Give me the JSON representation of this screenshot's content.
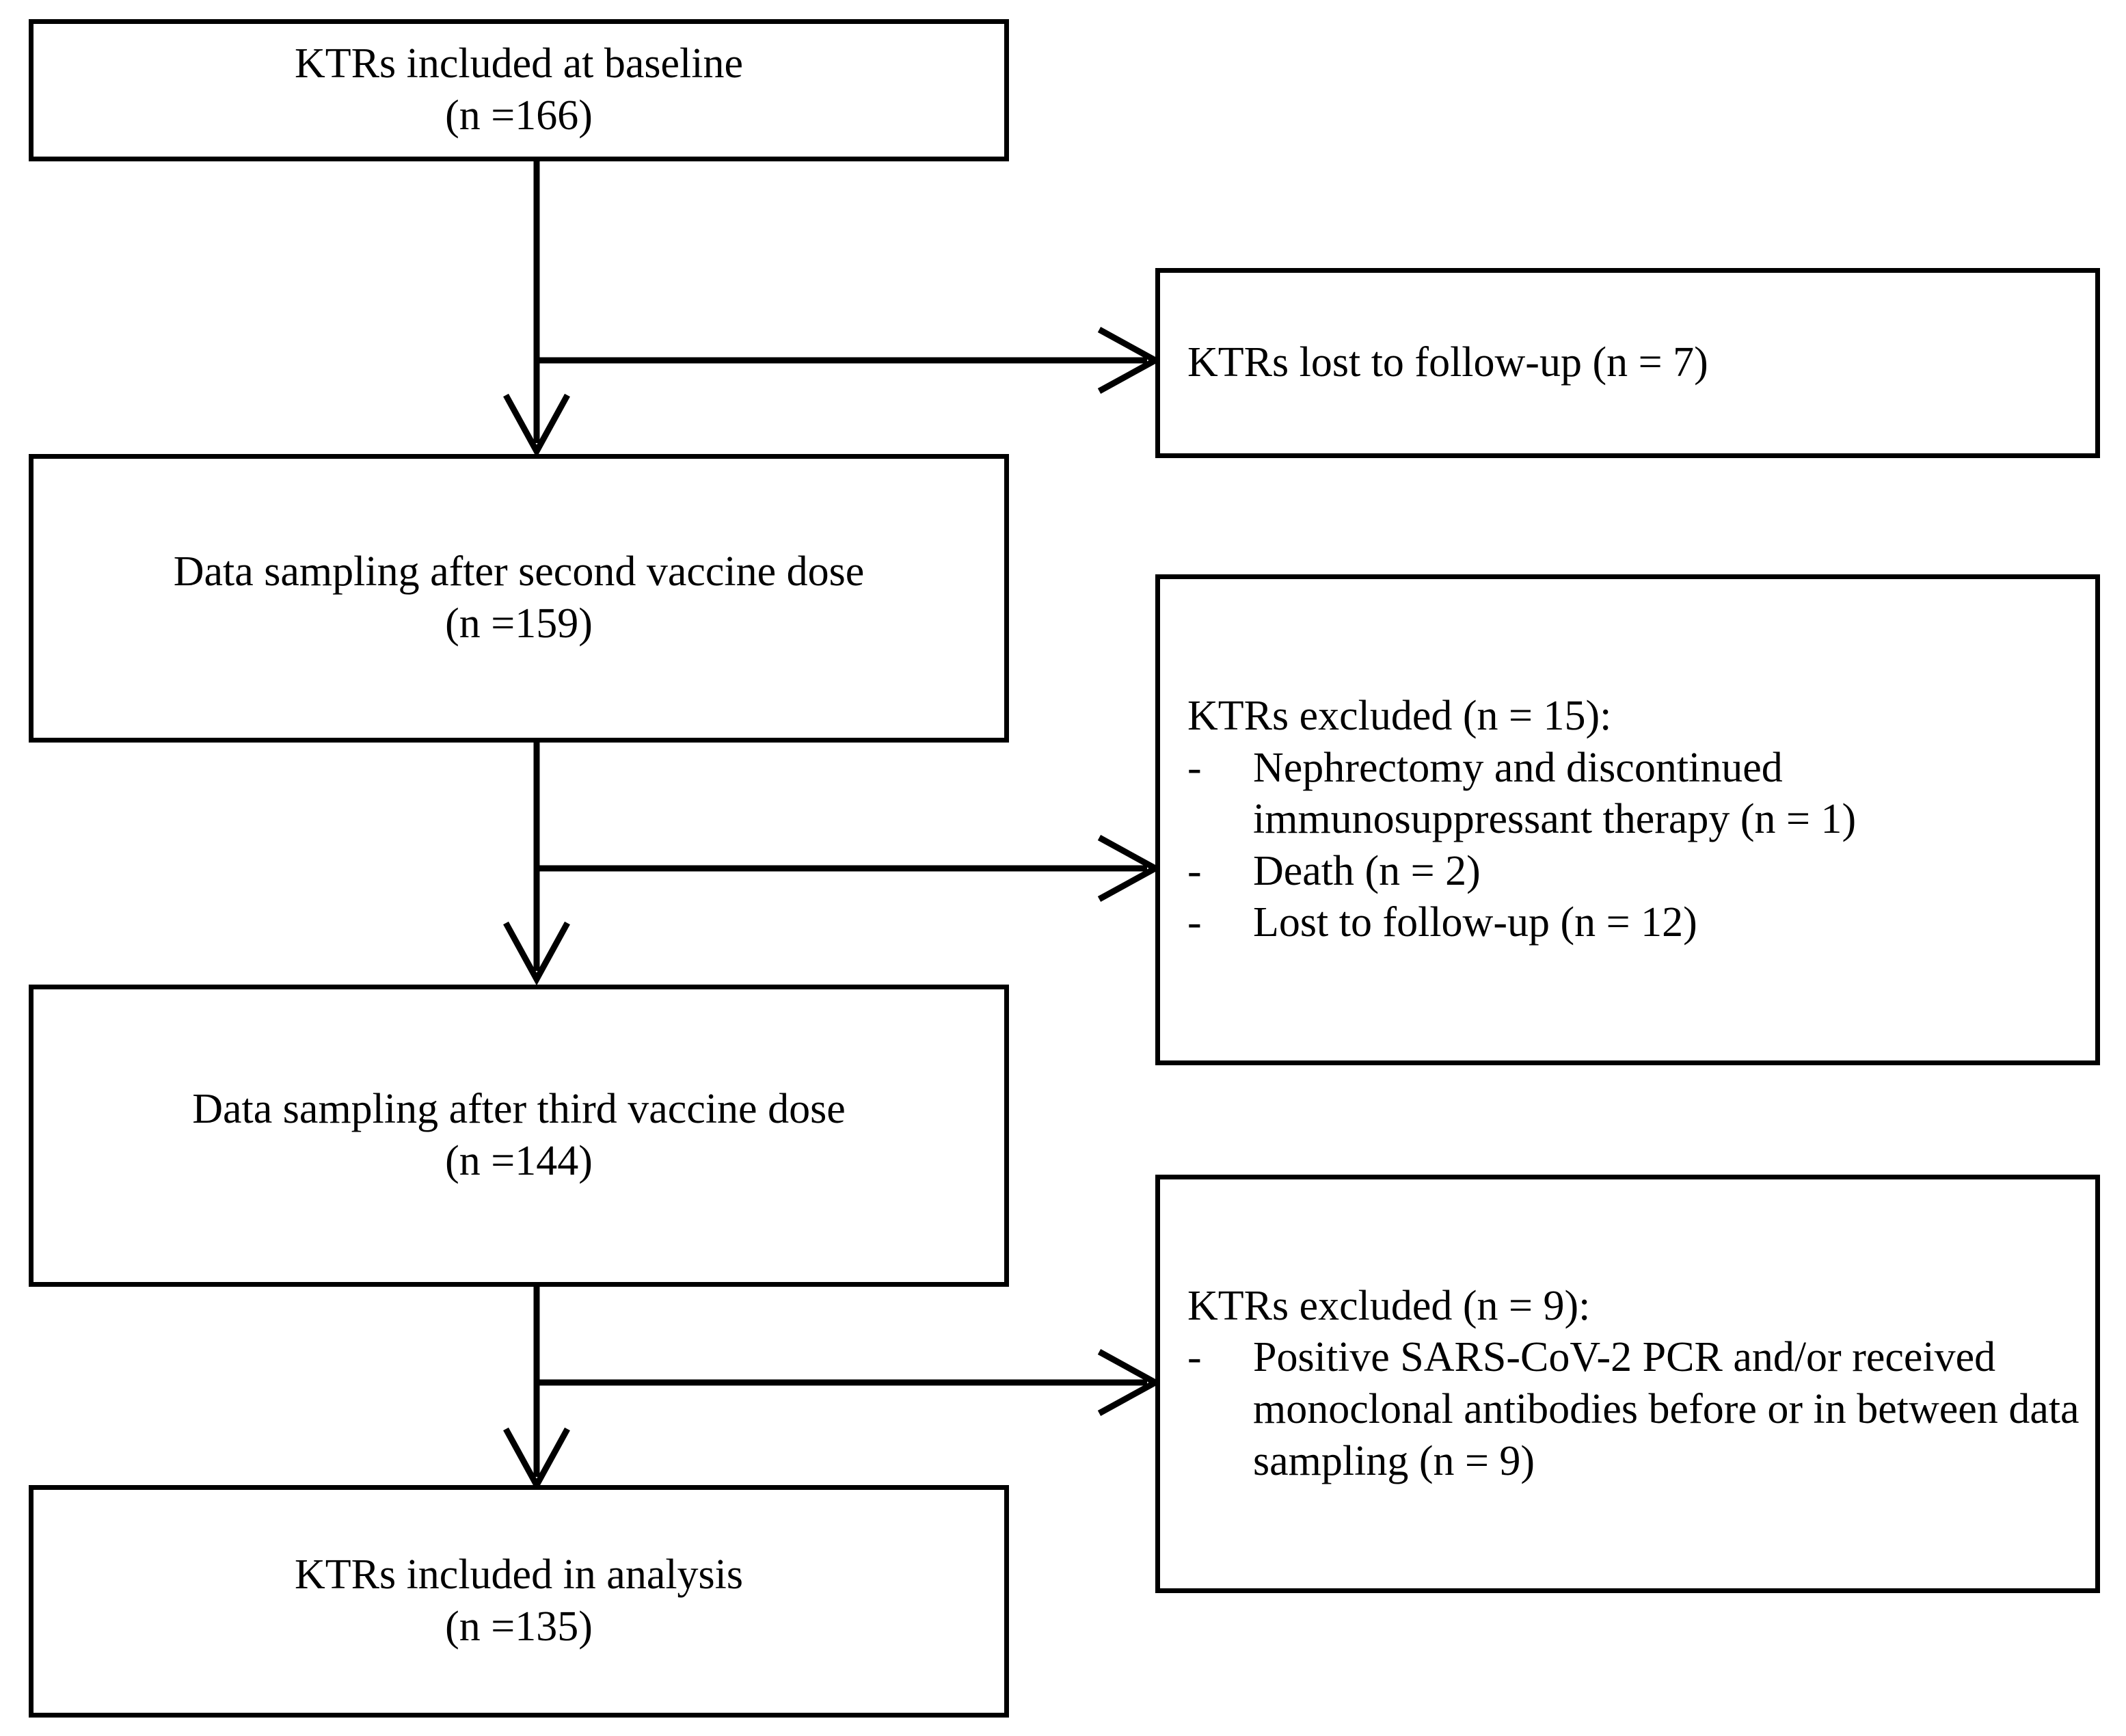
{
  "diagram": {
    "title": "KTR vaccination study participant flow",
    "type": "flowchart",
    "stroke_color": "#000000",
    "background_color": "#ffffff",
    "nodes": [
      {
        "id": "baseline",
        "role": "main",
        "line1": "KTRs included at baseline",
        "line2": "(n =166)",
        "text": "KTRs included at baseline\n(n =166)"
      },
      {
        "id": "lost-followup",
        "role": "side",
        "text": "KTRs lost to follow-up (n = 7)"
      },
      {
        "id": "second-dose",
        "role": "main",
        "line1": "Data sampling after second vaccine dose",
        "line2": "(n =159)",
        "text": "Data sampling after second vaccine dose\n(n =159)"
      },
      {
        "id": "excluded-15",
        "role": "side",
        "title": "KTRs excluded (n = 15):",
        "bullets": [
          {
            "dash": "-",
            "text": "Nephrectomy and discontinued immunosuppressant therapy (n = 1)"
          },
          {
            "dash": "-",
            "text": "Death (n = 2)"
          },
          {
            "dash": "-",
            "text": "Lost to follow-up (n = 12)"
          }
        ]
      },
      {
        "id": "third-dose",
        "role": "main",
        "line1": "Data sampling after third vaccine dose",
        "line2": "(n =144)",
        "text": "Data sampling after third vaccine dose\n(n =144)"
      },
      {
        "id": "excluded-9",
        "role": "side",
        "title": "KTRs excluded (n = 9):",
        "bullets": [
          {
            "dash": "-",
            "text": "Positive SARS-CoV-2 PCR and/or received monoclonal antibodies before  or in between data sampling (n = 9)"
          }
        ]
      },
      {
        "id": "analysis",
        "role": "main",
        "line1": "KTRs included in analysis",
        "line2": "(n =135)",
        "text": "KTRs included in analysis\n(n =135)"
      }
    ],
    "edges": [
      {
        "from": "baseline",
        "to": "second-dose",
        "direction": "down"
      },
      {
        "from": "baseline",
        "to": "lost-followup",
        "direction": "right"
      },
      {
        "from": "second-dose",
        "to": "third-dose",
        "direction": "down"
      },
      {
        "from": "second-dose",
        "to": "excluded-15",
        "direction": "right"
      },
      {
        "from": "third-dose",
        "to": "analysis",
        "direction": "down"
      },
      {
        "from": "third-dose",
        "to": "excluded-9",
        "direction": "right"
      }
    ],
    "counts": {
      "baseline": 166,
      "after_second_dose": 159,
      "after_third_dose": 144,
      "analysis": 135,
      "lost_to_followup_first": 7,
      "excluded_after_second": 15,
      "excluded_nephrectomy": 1,
      "excluded_death": 2,
      "excluded_lost_followup": 12,
      "excluded_after_third": 9,
      "excluded_pcr_mab": 9
    }
  }
}
